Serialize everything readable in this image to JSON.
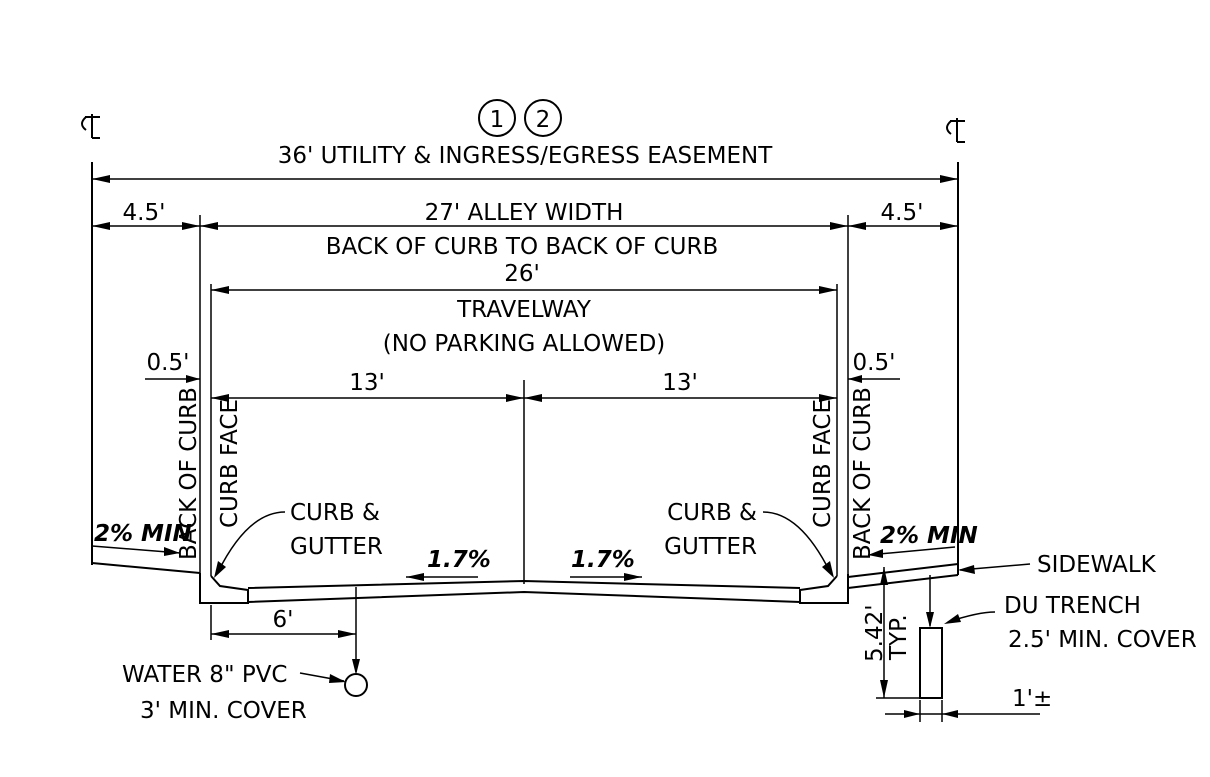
{
  "notes": {
    "circle1": "1",
    "circle2": "2",
    "pl_left": "PL",
    "pl_right": "PL"
  },
  "dimensions": {
    "easement": "36' UTILITY & INGRESS/EGRESS EASEMENT",
    "left_buffer": "4.5'",
    "right_buffer": "4.5'",
    "alley_width": "27' ALLEY WIDTH",
    "back_to_back": "BACK OF CURB TO BACK OF CURB",
    "travelway_width": "26'",
    "travelway": "TRAVELWAY",
    "no_parking": "(NO PARKING ALLOWED)",
    "left_offset": "0.5'",
    "right_offset": "0.5'",
    "left_half": "13'",
    "right_half": "13'",
    "water_offset": "6'",
    "trench_depth": "5.42'",
    "trench_typ": "TYP.",
    "trench_offset": "1'±"
  },
  "labels": {
    "back_of_curb_left": "BACK OF CURB",
    "curb_face_left": "CURB FACE",
    "curb_face_right": "CURB FACE",
    "back_of_curb_right": "BACK OF CURB",
    "curb_gutter_left_1": "CURB &",
    "curb_gutter_left_2": "GUTTER",
    "curb_gutter_right_1": "CURB &",
    "curb_gutter_right_2": "GUTTER",
    "slope_left_walk": "2% MIN",
    "slope_right_walk": "2% MIN",
    "slope_left_road": "1.7%",
    "slope_right_road": "1.7%",
    "sidewalk": "SIDEWALK",
    "du_trench": "DU TRENCH",
    "du_cover": "2.5' MIN. COVER",
    "water": "WATER 8\" PVC",
    "water_cover": "3' MIN. COVER"
  }
}
